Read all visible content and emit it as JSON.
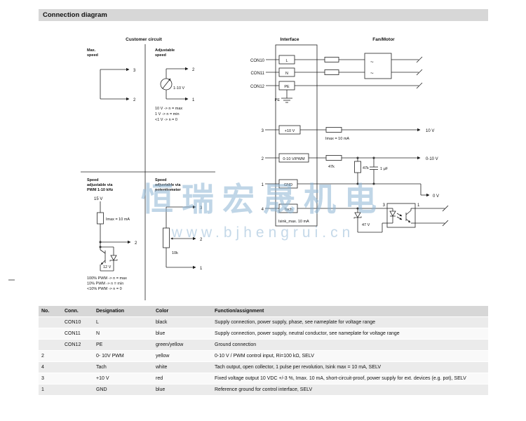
{
  "header": {
    "title": "Connection diagram"
  },
  "diagram": {
    "sections": {
      "customer": "Customer circuit",
      "interface": "Interface",
      "fan_motor": "Fan/Motor"
    },
    "customer": {
      "max_speed_1": "Max.",
      "max_speed_2": "speed",
      "max_pin3": "3",
      "max_pin2": "2",
      "adj_1": "Adjustable",
      "adj_2": "speed",
      "adj_pin2": "2",
      "adj_pin1": "1",
      "adj_source": "1-10 V",
      "adj_note1": "10 V -> n = max",
      "adj_note2": "1 V -> n = min",
      "adj_note3": "<1 V -> n = 0",
      "pwm_1": "Speed",
      "pwm_2": "adjustable via",
      "pwm_3": "PWM 1-10 kHz",
      "pwm_supply": "15 V",
      "pwm_imax": "Imax = 10 mA",
      "pwm_pin2": "2",
      "pwm_zener": "12 V",
      "pwm_note1": "100% PWM -> n = max",
      "pwm_note2": "10% PWM -> n = min",
      "pwm_note3": "<10% PWM -> n = 0",
      "pot_1": "Speed",
      "pot_2": "adjustable via",
      "pot_3": "potentiometer",
      "pot_pin3": "3",
      "pot_pin2": "2",
      "pot_pin1": "1",
      "pot_value": "10k"
    },
    "interface": {
      "con10": "CON10",
      "con11": "CON11",
      "con12": "CON12",
      "pin_l": "L",
      "pin_n": "N",
      "pin_pe": "PE",
      "pe_ground": "PE",
      "tilde1": "~",
      "tilde2": "~",
      "num3": "3",
      "num2": "2",
      "num1": "1",
      "num4": "4",
      "pin_10v": "+10 V",
      "pin_pwm": "0-10 V/PWM",
      "pin_gnd": "GND",
      "pin_tach": "Tach",
      "imax": "Imax = 10 mA",
      "r_series": "47k",
      "r_shunt": "47k",
      "cap": "1 μF",
      "isink": "Isink_max. 10 mA",
      "zener": "47 V",
      "out_10v": "10 V",
      "out_010v": "0-10 V",
      "out_0v": "0 V",
      "opto_pin3": "3",
      "opto_pin1": "1"
    }
  },
  "watermark": {
    "text": "恒瑞宏晟机电",
    "url": "www.bjhengrui.cn"
  },
  "table": {
    "headers": {
      "no": "No.",
      "conn": "Conn.",
      "designation": "Designation",
      "color": "Color",
      "function": "Function/assignment"
    },
    "rows": [
      {
        "no": "",
        "conn": "CON10",
        "designation": "L",
        "color": "black",
        "function": "Supply connection, power supply, phase, see nameplate for voltage range"
      },
      {
        "no": "",
        "conn": "CON11",
        "designation": "N",
        "color": "blue",
        "function": "Supply connection, power supply, neutral conductor, see nameplate for voltage range"
      },
      {
        "no": "",
        "conn": "CON12",
        "designation": "PE",
        "color": "green/yellow",
        "function": "Ground connection"
      },
      {
        "no": "2",
        "conn": "",
        "designation": "0- 10V PWM",
        "color": "yellow",
        "function": "0-10 V / PWM control input, Ri=100 kΩ, SELV"
      },
      {
        "no": "4",
        "conn": "",
        "designation": "Tach",
        "color": "white",
        "function": "Tach output, open collector, 1 pulse per revolution, Isink max = 10 mA, SELV"
      },
      {
        "no": "3",
        "conn": "",
        "designation": "+10 V",
        "color": "red",
        "function": "Fixed voltage output 10 VDC +/-3 %, Imax. 10 mA, short-circuit-proof, power supply for ext. devices (e.g. pot), SELV"
      },
      {
        "no": "1",
        "conn": "",
        "designation": "GND",
        "color": "blue",
        "function": "Reference ground for control interface, SELV"
      }
    ]
  }
}
